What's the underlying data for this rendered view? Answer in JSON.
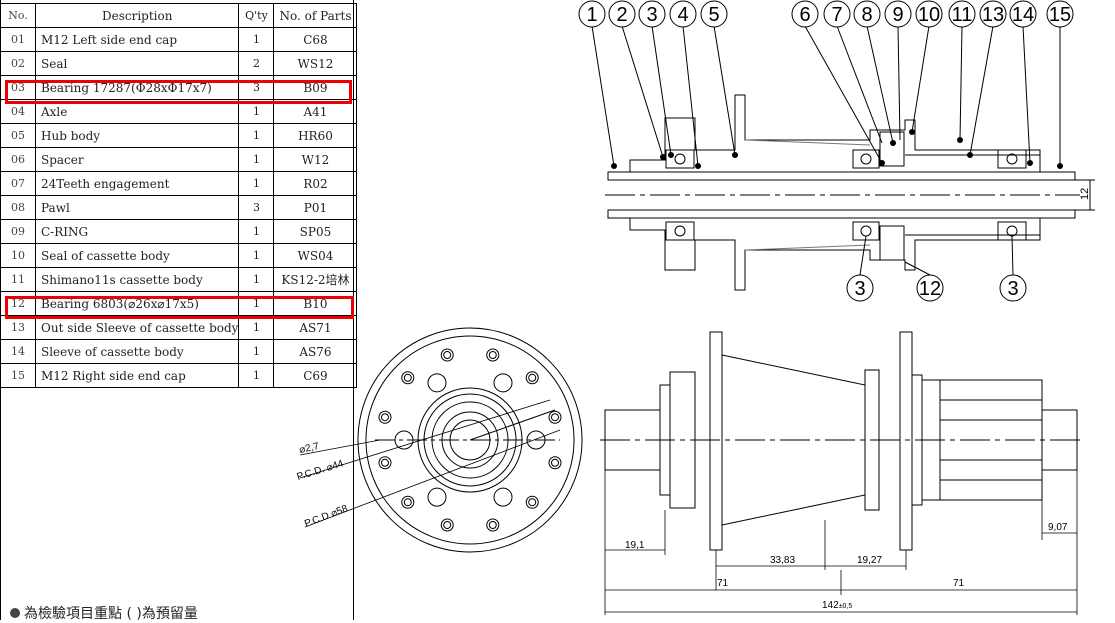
{
  "bom": {
    "headers": {
      "no": "No.",
      "desc": "Description",
      "qty": "Q'ty",
      "part": "No. of Parts"
    },
    "rows": [
      {
        "no": "01",
        "desc": "M12 Left side end cap",
        "qty": "1",
        "part": "C68"
      },
      {
        "no": "02",
        "desc": "Seal",
        "qty": "2",
        "part": "WS12"
      },
      {
        "no": "03",
        "desc": "Bearing 17287(Φ28xΦ17x7)",
        "qty": "3",
        "part": "B09",
        "highlight": true
      },
      {
        "no": "04",
        "desc": "Axle",
        "qty": "1",
        "part": "A41"
      },
      {
        "no": "05",
        "desc": "Hub body",
        "qty": "1",
        "part": "HR60"
      },
      {
        "no": "06",
        "desc": "Spacer",
        "qty": "1",
        "part": "W12"
      },
      {
        "no": "07",
        "desc": "24Teeth engagement",
        "qty": "1",
        "part": "R02"
      },
      {
        "no": "08",
        "desc": "Pawl",
        "qty": "3",
        "part": "P01"
      },
      {
        "no": "09",
        "desc": "C-RING",
        "qty": "1",
        "part": "SP05"
      },
      {
        "no": "10",
        "desc": "Seal of cassette body",
        "qty": "1",
        "part": "WS04"
      },
      {
        "no": "11",
        "desc": "Shimano11s cassette body",
        "qty": "1",
        "part": "KS12-2培林"
      },
      {
        "no": "12",
        "desc": "Bearing 6803(⌀26x⌀17x5)",
        "qty": "1",
        "part": "B10",
        "highlight": true
      },
      {
        "no": "13",
        "desc": "Out side Sleeve of cassette body",
        "qty": "1",
        "part": "AS71"
      },
      {
        "no": "14",
        "desc": "Sleeve of cassette body",
        "qty": "1",
        "part": "AS76"
      },
      {
        "no": "15",
        "desc": "M12 Right side end cap",
        "qty": "1",
        "part": "C69"
      }
    ],
    "highlight_color": "#e00000"
  },
  "balloons_top": [
    "1",
    "2",
    "3",
    "4",
    "5",
    "6",
    "7",
    "8",
    "9",
    "10",
    "11",
    "13",
    "14",
    "15"
  ],
  "balloons_bottom": [
    "3",
    "12",
    "3"
  ],
  "dims": {
    "axle_dia": "12",
    "hole": "⌀2,7",
    "pcd44": "P.C.D. ⌀44",
    "pcd58": "P.C.D ⌀58",
    "d191": "19,1",
    "d3383": "33,83",
    "d1927": "19,27",
    "d907": "9,07",
    "d71a": "71",
    "d71b": "71",
    "d142": "142",
    "d142tol": "±0,5"
  },
  "footer": {
    "text": "為檢驗項目重點  ( )為預留量"
  }
}
